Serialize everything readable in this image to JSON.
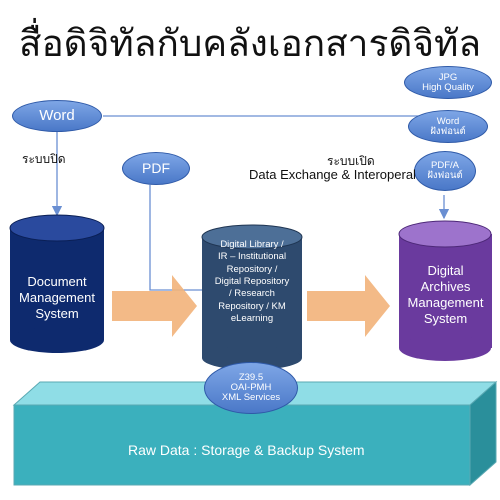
{
  "title": "สื่อดิจิทัลกับคลังเอกสารดิจิทัล",
  "bubbles": {
    "word_left": "Word",
    "pdf": "PDF",
    "jpg": [
      "JPG",
      "High Quality"
    ],
    "word_right": [
      "Word",
      "ฝังฟอนต์"
    ],
    "pdfa": [
      "PDF/A",
      "ฝังฟอนต์"
    ],
    "standards": [
      "Z39.5",
      "OAI-PMH",
      "XML Services"
    ]
  },
  "labels": {
    "closed_system": "ระบบปิด",
    "open_system": "ระบบเปิด",
    "data_exchange": "Data Exchange & Interoperability"
  },
  "cylinders": {
    "dms": [
      "Document",
      "Management",
      "System"
    ],
    "library": [
      "Digital Library /",
      "IR – Institutional",
      "Repository /",
      "Digital Repository",
      "/ Research",
      "Repository / KM",
      "eLearning"
    ],
    "archives": [
      "Digital",
      "Archives",
      "Management",
      "System"
    ]
  },
  "raw_data": "Raw Data : Storage & Backup System",
  "colors": {
    "bubble": "#5b86d6",
    "dms": "#0e2a6e",
    "library": "#2e4a6e",
    "archives": "#6a3a9e",
    "raw": "#3bb0bd",
    "arrow": "#f2b37a",
    "line": "#6a8fd2"
  }
}
